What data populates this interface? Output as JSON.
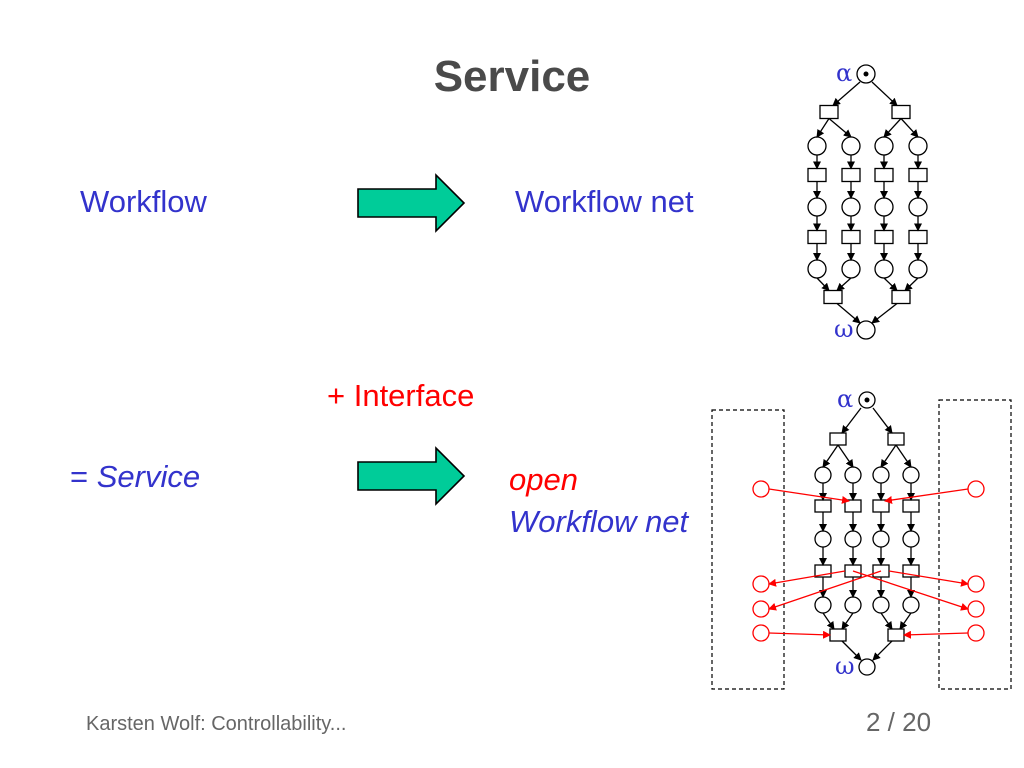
{
  "slide": {
    "title": "Service",
    "row1": {
      "left": "Workflow",
      "right": "Workflow net"
    },
    "interface_label": "+ Interface",
    "row2": {
      "prefix": "= ",
      "left": "Service",
      "right_line1": "open",
      "right_line2": "Workflow net"
    },
    "footer": {
      "author": "Karsten Wolf: Controllability...",
      "page": "2 / 20"
    }
  },
  "diagram": {
    "source_label": "α",
    "sink_label": "ω"
  },
  "colors": {
    "arrow_fill": "#00cc99",
    "text_blue": "#3333cc",
    "text_red": "#ff0000",
    "interface": "#ff0000"
  }
}
